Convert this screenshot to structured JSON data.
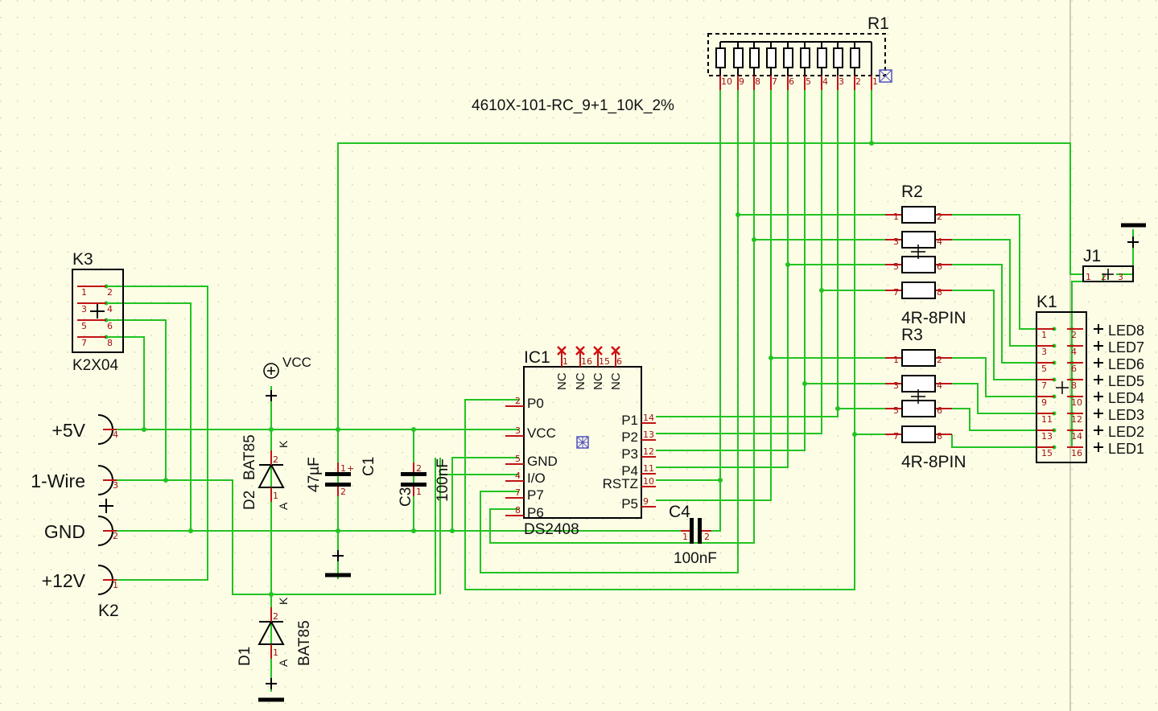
{
  "components": {
    "r1": {
      "ref": "R1",
      "value": "4610X-101-RC_9+1_10K_2%",
      "pins": [
        "10",
        "9",
        "8",
        "7",
        "6",
        "5",
        "4",
        "3",
        "2",
        "1"
      ]
    },
    "r2": {
      "ref": "R2",
      "value": "4R-8PIN",
      "pins_left": [
        "1",
        "3",
        "5",
        "7"
      ],
      "pins_right": [
        "2",
        "4",
        "6",
        "8"
      ]
    },
    "r3": {
      "ref": "R3",
      "value": "4R-8PIN",
      "pins_left": [
        "1",
        "3",
        "5",
        "7"
      ],
      "pins_right": [
        "2",
        "4",
        "6",
        "8"
      ]
    },
    "j1": {
      "ref": "J1",
      "pins": [
        "1",
        "2",
        "3"
      ]
    },
    "k1": {
      "ref": "K1",
      "pins_left": [
        "1",
        "3",
        "5",
        "7",
        "9",
        "11",
        "13",
        "15"
      ],
      "pins_right": [
        "2",
        "4",
        "6",
        "8",
        "10",
        "12",
        "14",
        "16"
      ],
      "leds": [
        "LED8",
        "LED7",
        "LED6",
        "LED5",
        "LED4",
        "LED3",
        "LED2",
        "LED1"
      ]
    },
    "k3": {
      "ref": "K3",
      "value": "K2X04",
      "pins_left": [
        "1",
        "3",
        "5",
        "7"
      ],
      "pins_right": [
        "2",
        "4",
        "6",
        "8"
      ]
    },
    "k2": {
      "ref": "K2",
      "labels": [
        "+5V",
        "1-Wire",
        "GND",
        "+12V"
      ],
      "pins": [
        "4",
        "3",
        "2",
        "1"
      ]
    },
    "ic1": {
      "ref": "IC1",
      "value": "DS2408",
      "left_pins": [
        {
          "name": "P0",
          "num": "2"
        },
        {
          "name": "VCC",
          "num": "3"
        },
        {
          "name": "GND",
          "num": "5"
        },
        {
          "name": "I/O",
          "num": "4"
        },
        {
          "name": "P7",
          "num": "7"
        },
        {
          "name": "P6",
          "num": "8"
        }
      ],
      "right_pins": [
        {
          "name": "P1",
          "num": "14"
        },
        {
          "name": "P2",
          "num": "13"
        },
        {
          "name": "P3",
          "num": "12"
        },
        {
          "name": "P4",
          "num": "11"
        },
        {
          "name": "RSTZ",
          "num": "10"
        },
        {
          "name": "P5",
          "num": "9"
        }
      ],
      "top_pins": [
        {
          "name": "NC",
          "num": "1"
        },
        {
          "name": "NC",
          "num": "16"
        },
        {
          "name": "NC",
          "num": "15"
        },
        {
          "name": "NC",
          "num": "6"
        }
      ]
    },
    "c1": {
      "ref": "C1",
      "value": "47µF",
      "pins": [
        "1",
        "2"
      ],
      "polarity": "+"
    },
    "c3": {
      "ref": "C3",
      "value": "100nF",
      "pins": [
        "2",
        "1"
      ]
    },
    "c4": {
      "ref": "C4",
      "value": "100nF",
      "pins": [
        "1",
        "2"
      ]
    },
    "d1": {
      "ref": "D1",
      "value": "BAT85",
      "anode": "A",
      "cathode": "K",
      "pins": [
        "1",
        "2"
      ]
    },
    "d2": {
      "ref": "D2",
      "value": "BAT85",
      "anode": "A",
      "cathode": "K",
      "pins": [
        "1",
        "2"
      ]
    },
    "vcc": {
      "label": "VCC"
    }
  },
  "colors": {
    "background": "#fdfde6",
    "wire": "#22c322",
    "pin": "#c01515",
    "body": "#000000",
    "grid": "#c9c9a0"
  }
}
